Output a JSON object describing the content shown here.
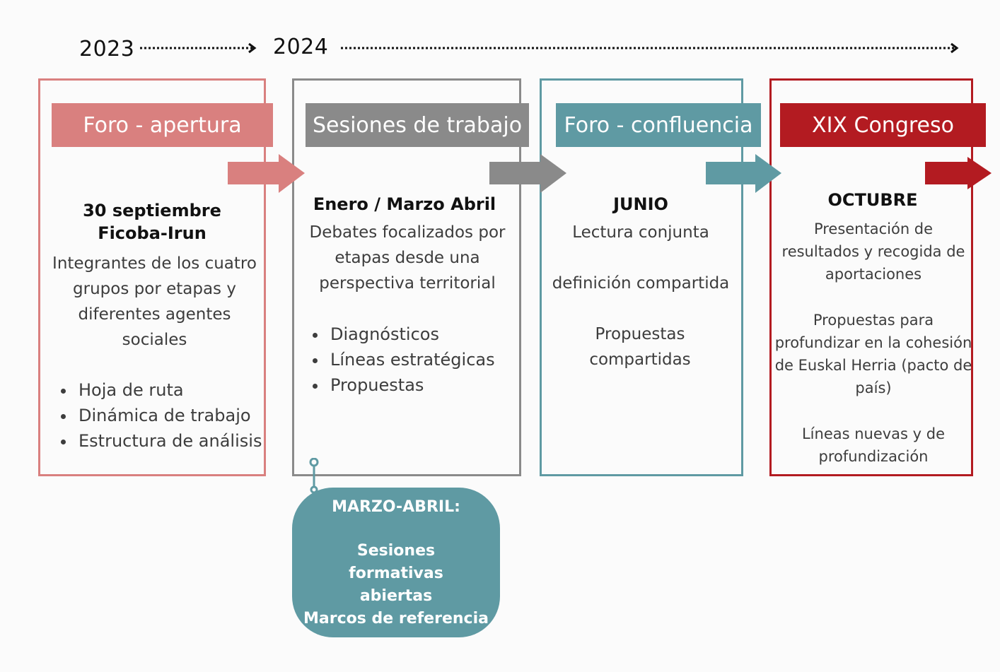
{
  "timeline": {
    "year_start": "2023",
    "year_next": "2024"
  },
  "colors": {
    "pink": "#d9807f",
    "gray": "#8a8a8a",
    "teal": "#5f9aa3",
    "red": "#b31b21"
  },
  "stages": [
    {
      "title": "Foro - apertura",
      "date_lines": [
        "30 septiembre",
        "Ficoba-Irun"
      ],
      "desc": "Integrantes de los cuatro grupos por etapas y diferentes agentes sociales",
      "bullets": [
        "Hoja de ruta",
        "Dinámica de trabajo",
        "Estructura de análisis"
      ]
    },
    {
      "title": "Sesiones de trabajo",
      "date": "Enero / Marzo Abril",
      "desc": "Debates focalizados por etapas desde una perspectiva territorial",
      "bullets": [
        "Diagnósticos",
        "Líneas estratégicas",
        "Propuestas"
      ]
    },
    {
      "title": "Foro - confluencia",
      "date": "JUNIO",
      "lines": [
        "Lectura conjunta",
        "definición compartida",
        "Propuestas compartidas"
      ]
    },
    {
      "title": "XIX Congreso",
      "date": "OCTUBRE",
      "lines": [
        "Presentación de resultados y recogida de aportaciones",
        "Propuestas para profundizar en la cohesión de Euskal Herria (pacto de país)",
        "Líneas nuevas y de profundización"
      ]
    }
  ],
  "note": {
    "title": "MARZO-ABRIL:",
    "lines": [
      "Sesiones formativas abiertas",
      "Marcos de referencia"
    ]
  }
}
